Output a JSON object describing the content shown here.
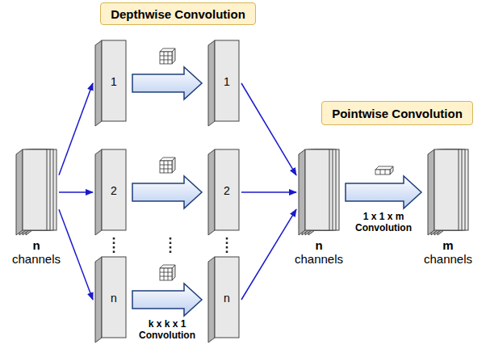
{
  "diagram": {
    "nodes": [
      {
        "text": [
          "Depthwise Convolution"
        ]
      },
      {
        "text": [
          "n",
          "channels"
        ]
      },
      {
        "text": [
          "1"
        ]
      },
      {
        "text": [
          "1"
        ]
      },
      {
        "text": [
          "2"
        ]
      },
      {
        "text": [
          "2"
        ]
      },
      {
        "text": [
          "n"
        ]
      },
      {
        "text": [
          "n"
        ]
      },
      {
        "text": [
          "Pointwise Convolution"
        ]
      },
      {
        "text": [
          "n",
          "channels"
        ]
      },
      {
        "text": [
          "m",
          "channels"
        ]
      }
    ],
    "edges": [
      {
        "from": 1,
        "to": 2,
        "arrow": "to"
      },
      {
        "from": 1,
        "to": 4,
        "arrow": "to"
      },
      {
        "from": 1,
        "to": 6,
        "arrow": "to"
      },
      {
        "from": 2,
        "to": 3,
        "arrow": "to"
      },
      {
        "from": 4,
        "to": 5,
        "arrow": "to"
      },
      {
        "from": 6,
        "to": 7,
        "label": "k x k x 1 Convolution",
        "arrow": "to"
      },
      {
        "from": 3,
        "to": 9,
        "arrow": "to"
      },
      {
        "from": 5,
        "to": 9,
        "arrow": "to"
      },
      {
        "from": 7,
        "to": 9,
        "arrow": "to"
      },
      {
        "from": 9,
        "to": 10,
        "label": "1 x 1 x m Convolution",
        "arrow": "to"
      }
    ]
  }
}
